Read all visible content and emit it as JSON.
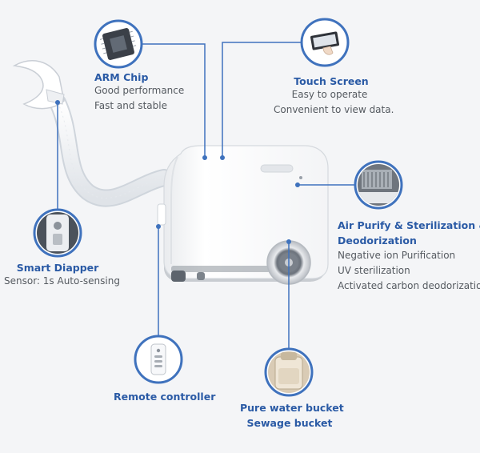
{
  "features": {
    "arm_chip": {
      "title": "ARM Chip",
      "lines": [
        "Good performance",
        "Fast and stable"
      ],
      "icon": "chip-icon"
    },
    "touch_screen": {
      "title": "Touch Screen",
      "lines": [
        "Easy to operate",
        "Convenient to view data."
      ],
      "icon": "touch-screen-icon"
    },
    "air_purify": {
      "title_line1": "Air Purify & Sterilization &",
      "title_line2": "Deodorization",
      "lines": [
        "Negative ion Purification",
        "UV sterilization",
        "Activated carbon deodorization"
      ],
      "icon": "air-filter-icon"
    },
    "smart_diapper": {
      "title": "Smart Diapper",
      "lines": [
        "Sensor: 1s Auto-sensing"
      ],
      "icon": "diaper-sensor-icon"
    },
    "remote": {
      "title": "Remote controller",
      "icon": "remote-controller-icon"
    },
    "bucket": {
      "title_line1": "Pure water bucket",
      "title_line2": "Sewage bucket",
      "icon": "water-bucket-icon"
    }
  },
  "colors": {
    "accent": "#2a5aa5",
    "circle_border": "#3f72bd",
    "text": "#555a60",
    "background": "#f4f5f7",
    "device_body": "#ffffff"
  }
}
